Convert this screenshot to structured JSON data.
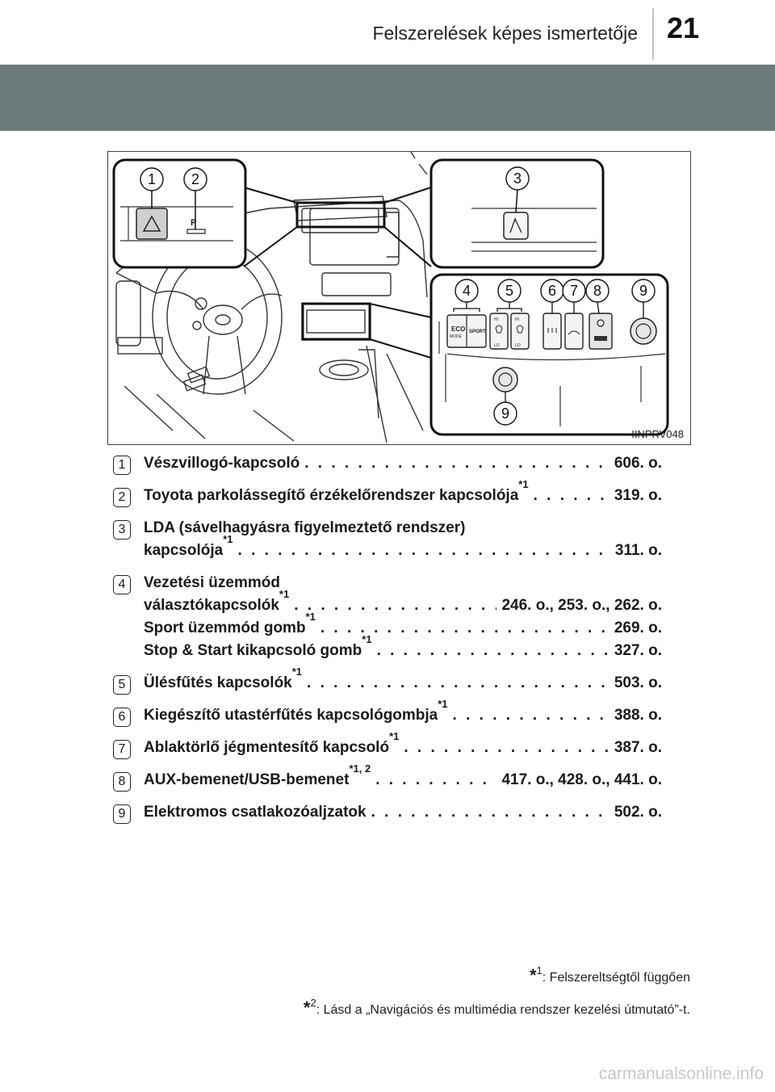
{
  "header": {
    "title": "Felszerelések képes ismertetője",
    "page_number": "21"
  },
  "figure": {
    "code": "IINPRV048",
    "callouts": [
      "1",
      "2",
      "3",
      "4",
      "5",
      "6",
      "7",
      "8",
      "9",
      "9"
    ],
    "labels": {
      "eco": "ECO",
      "mode": "MODE",
      "sport": "SPORT",
      "hi": "HI",
      "lo": "LO",
      "p": "P"
    }
  },
  "items": [
    {
      "num": "1",
      "lines": [
        {
          "text": "Vészvillogó-kapcsoló",
          "sup": "",
          "page": "606. o."
        }
      ]
    },
    {
      "num": "2",
      "lines": [
        {
          "text": "Toyota parkolássegítő érzékelőrendszer kapcsolója",
          "sup": "*1",
          "page": "319. o."
        }
      ]
    },
    {
      "num": "3",
      "lines": [
        {
          "text": "LDA (sávelhagyásra figyelmeztető rendszer)",
          "sup": "",
          "page": ""
        },
        {
          "text": "kapcsolója",
          "sup": "*1",
          "page": "311. o."
        }
      ]
    },
    {
      "num": "4",
      "lines": [
        {
          "text": "Vezetési üzemmód",
          "sup": "",
          "page": ""
        },
        {
          "text": "választókapcsolók",
          "sup": "*1",
          "page": "246. o., 253. o., 262. o."
        },
        {
          "text": "Sport üzemmód gomb",
          "sup": "*1",
          "page": "269. o."
        },
        {
          "text": "Stop & Start kikapcsoló gomb",
          "sup": "*1",
          "page": "327. o."
        }
      ]
    },
    {
      "num": "5",
      "lines": [
        {
          "text": "Ülésfűtés kapcsolók",
          "sup": "*1",
          "page": "503. o."
        }
      ]
    },
    {
      "num": "6",
      "lines": [
        {
          "text": "Kiegészítő utastérfűtés kapcsológombja",
          "sup": "*1",
          "page": "388. o."
        }
      ]
    },
    {
      "num": "7",
      "lines": [
        {
          "text": "Ablaktörlő jégmentesítő kapcsoló",
          "sup": "*1",
          "page": "387. o."
        }
      ]
    },
    {
      "num": "8",
      "lines": [
        {
          "text": "AUX-bemenet/USB-bemenet",
          "sup": "*1, 2",
          "page": "417. o., 428. o., 441. o."
        }
      ]
    },
    {
      "num": "9",
      "lines": [
        {
          "text": "Elektromos csatlakozóaljzatok",
          "sup": "",
          "page": "502. o."
        }
      ]
    }
  ],
  "footnotes": [
    {
      "mark": "*",
      "num": "1",
      "text": ": Felszereltségtől függően"
    },
    {
      "mark": "*",
      "num": "2",
      "text": ": Lásd a „Navigációs és multimédia rendszer kezelési útmutató”-t."
    }
  ],
  "watermark": "carmanualsonline.info"
}
